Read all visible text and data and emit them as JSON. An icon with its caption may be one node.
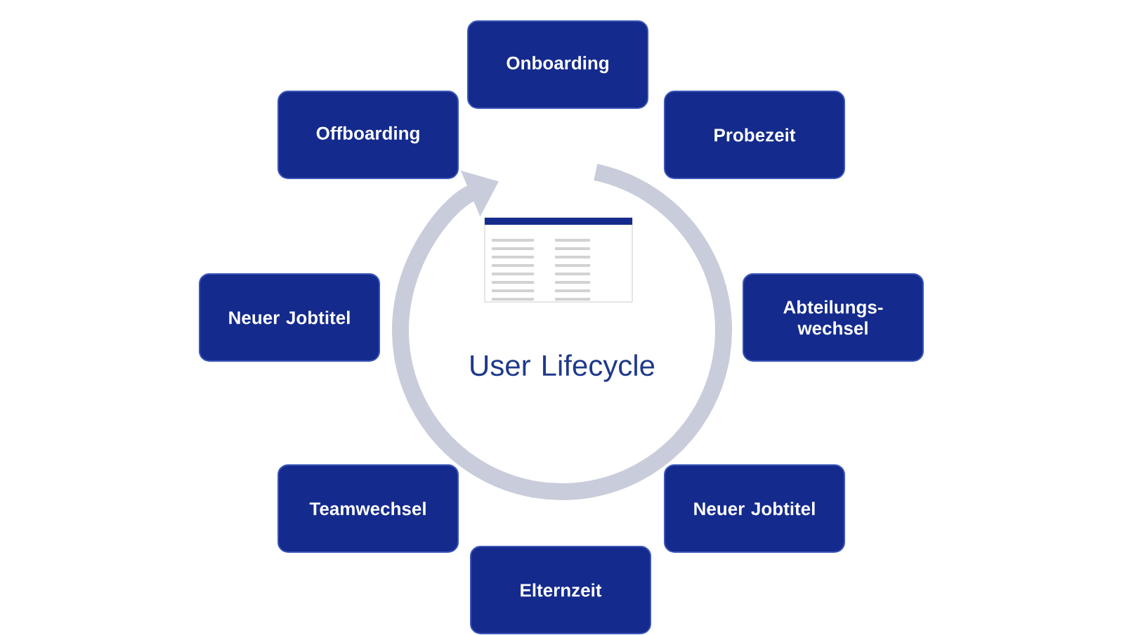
{
  "diagram": {
    "nodes": [
      {
        "text": [
          "Onboarding"
        ]
      },
      {
        "text": [
          "Offboarding"
        ]
      },
      {
        "text": [
          "Probezeit"
        ]
      },
      {
        "text": [
          "Neuer Jobtitel"
        ]
      },
      {
        "text": [
          "Abteilungs-wechsel"
        ]
      },
      {
        "text": [
          "Teamwechsel"
        ]
      },
      {
        "text": [
          "Neuer Jobtitel"
        ]
      },
      {
        "text": [
          "Elternzeit"
        ]
      }
    ],
    "labels": [
      "User Lifecycle"
    ]
  }
}
